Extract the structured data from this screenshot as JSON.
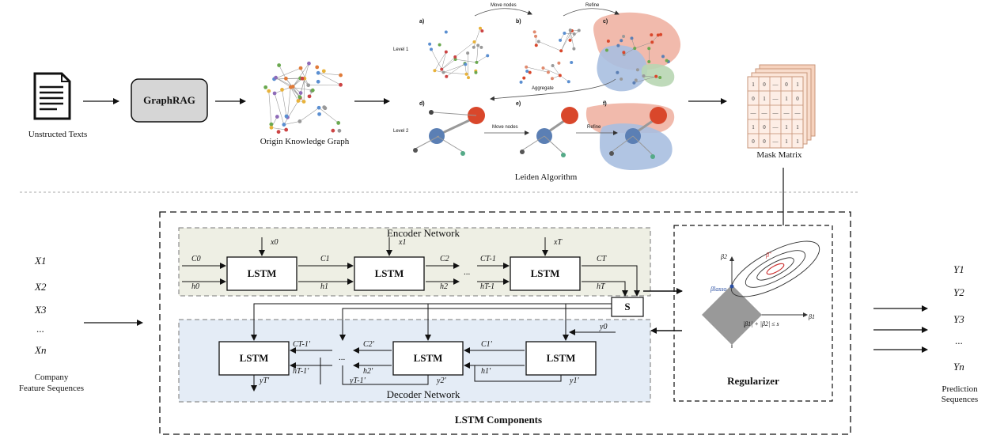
{
  "top": {
    "unstructured_texts": "Unstructed Texts",
    "graphrag": "GraphRAG",
    "origin_kg": "Origin Knowledge Graph",
    "leiden": "Leiden Algorithm",
    "mask_matrix": "Mask Matrix",
    "leiden_panels": {
      "a": "a)",
      "b": "b)",
      "c": "c)",
      "d": "d)",
      "e": "e)",
      "f": "f)",
      "level1": "Level 1",
      "level2": "Level 2",
      "move_nodes": "Move nodes",
      "refine": "Refine",
      "aggregate": "Aggregate"
    },
    "matrix_rows": [
      [
        "1",
        "0",
        "—",
        "0",
        "1"
      ],
      [
        "0",
        "1",
        "—",
        "1",
        "0"
      ],
      [
        "—",
        "—",
        "—",
        "—",
        "—"
      ],
      [
        "1",
        "0",
        "—",
        "1",
        "1"
      ],
      [
        "0",
        "0",
        "—",
        "1",
        "1"
      ]
    ]
  },
  "left": {
    "inputs": [
      "X1",
      "X2",
      "X3",
      "...",
      "Xn"
    ],
    "caption_line1": "Company",
    "caption_line2": "Feature Sequences"
  },
  "right": {
    "outputs": [
      "Y1",
      "Y2",
      "Y3",
      "...",
      "Yn"
    ],
    "caption_line1": "Prediction",
    "caption_line2": "Sequences"
  },
  "lstm": {
    "components_title": "LSTM Components",
    "encoder_title": "Encoder Network",
    "decoder_title": "Decoder Network",
    "cell_label": "LSTM",
    "s_label": "S",
    "encoder_labels": {
      "x0": "x0",
      "x1": "x1",
      "xT": "xT",
      "c0": "C0",
      "c1": "C1",
      "c2": "C2",
      "cT1": "CT-1",
      "cT": "CT",
      "h0": "h0",
      "h1": "h1",
      "h2": "h2",
      "hT1": "hT-1",
      "hT": "hT",
      "dots": "..."
    },
    "decoder_labels": {
      "y0": "y0",
      "c1p": "C1'",
      "c2p": "C2'",
      "cTp": "CT-1'",
      "h1p": "h1'",
      "h2p": "h2'",
      "hTp": "hT-1'",
      "y1p": "y1'",
      "y2p": "y2'",
      "yT1p": "yT-1'",
      "yTp": "yT'",
      "dots": "..."
    }
  },
  "regularizer": {
    "title": "Regularizer",
    "beta2": "β2",
    "beta1": "β1",
    "beta_lasso": "βlasso",
    "beta_hat": "β̂",
    "constraint": "|β1| + |β2| ≤ s"
  }
}
